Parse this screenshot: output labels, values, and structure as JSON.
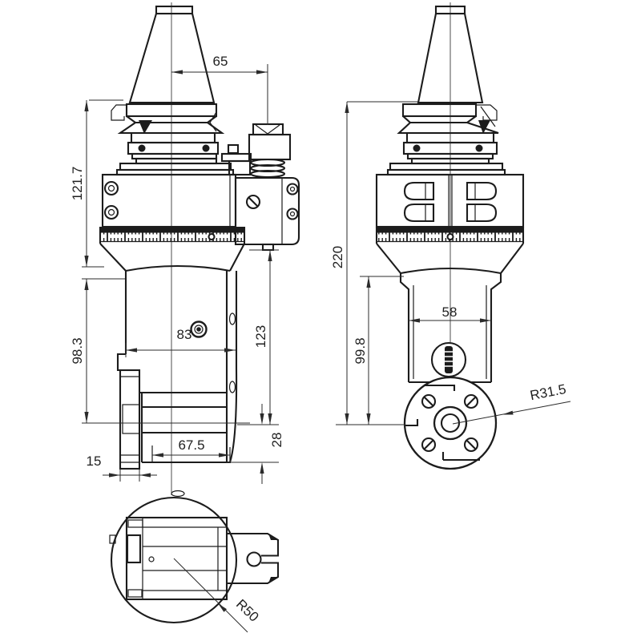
{
  "colors": {
    "line": "#1c1c1c",
    "text": "#1f1f1f",
    "background": "#ffffff"
  },
  "views": {
    "front": {
      "dims": {
        "spindle_offset": "65",
        "upper_height": "121.7",
        "lower_height": "98.3",
        "body_width": "83",
        "side_height": "123",
        "bottom_width": "67.5",
        "plate_width": "15",
        "step_height": "28"
      }
    },
    "side": {
      "dims": {
        "total_height": "220",
        "lower_height": "99.8",
        "body_width": "58",
        "flange_radius": "R31.5"
      }
    },
    "bottom": {
      "dims": {
        "body_radius": "R50"
      }
    }
  }
}
